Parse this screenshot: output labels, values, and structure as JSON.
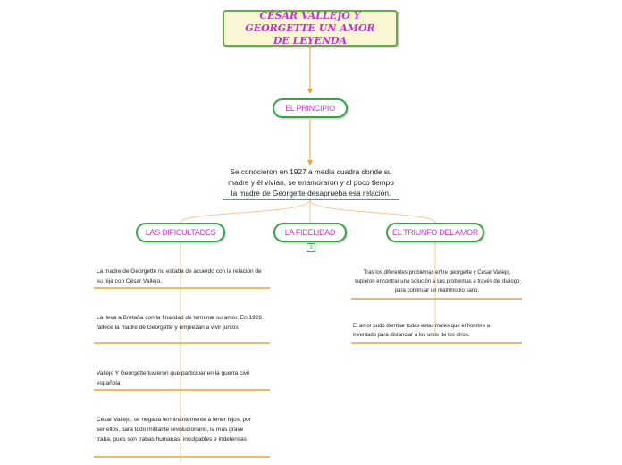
{
  "title": "CÉSAR VALLEJO Y GEORGETTE UN AMOR DE LEYENDA",
  "principio": {
    "label": "EL PRINCIPIO",
    "text": "Se conocieron en 1927 a media cuadra donde su madre y él vivían, se enamoraron y al poco tiempo la madre de Georgette desaprueba esa relación."
  },
  "branches": {
    "dificultades": {
      "label": "LAS DIFICULTADES",
      "notes": [
        "La madre de Georgette no estaba de acuerdo con la relación de su hija con César Vallejo.",
        "La lleva a Bretaña con la finalidad de terminar su amor. En 1928 fallece la madre de Georgette y empiezan a vivir juntos",
        "Vallejo Y Georgette tuvieron que participar en la guerra civil española",
        "César Vallejo, se negaba terminantemente a tener hijos, por ser ellos, para todo militante revolucionario, la más grave traba, pues son trabas humanas, inculpables e indefensas"
      ]
    },
    "fidelidad": {
      "label": "LA FIDELIDAD",
      "badge": "3"
    },
    "triunfo": {
      "label": "EL TRIUNFO DEL AMOR",
      "notes": [
        "Tras los diferentes problemas entre georgette y César Vallejo, supieron encontrar una  solución a sus problemas a través del dialogo para continuar un matrimonio sano.",
        "El amor pudo derribar todas estas moles que el hombre a inventado para distanciar a los unos de los otros."
      ]
    }
  },
  "colors": {
    "title_bg": "#fbf6d4",
    "title_border": "#6ea84a",
    "title_text": "#c233c8",
    "pill_border": "#3aa24a",
    "pill_text": "#c23ec6",
    "arrow": "#f0a030",
    "note_underline": "#f0a030",
    "main_underline": "#2b5fc4"
  }
}
